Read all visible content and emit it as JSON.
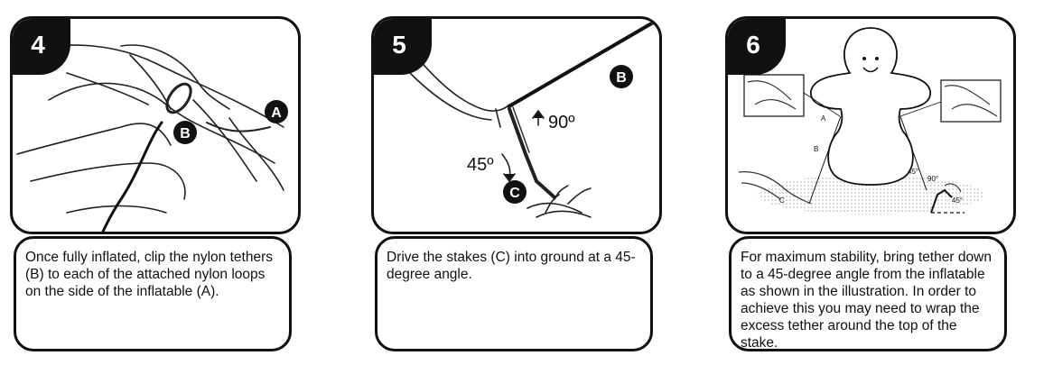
{
  "steps": [
    {
      "number": "4",
      "text": "Once fully inflated, clip the nylon tethers (B) to each of the attached nylon loops on the side of the inflatable (A).",
      "labels": {
        "a": "A",
        "b": "B"
      }
    },
    {
      "number": "5",
      "text": "Drive the stakes (C) into ground at a 45-degree angle.",
      "labels": {
        "b": "B",
        "c": "C",
        "angle_90": "90º",
        "angle_45": "45º"
      }
    },
    {
      "number": "6",
      "text": "For maximum stability, bring tether down to a 45-degree angle from the inflatable as shown in the illustration. In order to achieve this you may need to wrap the excess tether around the top of the stake.",
      "labels": {
        "a": "A",
        "b": "B",
        "c": "C",
        "angle_45": "45°",
        "angle_90": "90°",
        "angle_45_small": "45°"
      }
    }
  ]
}
